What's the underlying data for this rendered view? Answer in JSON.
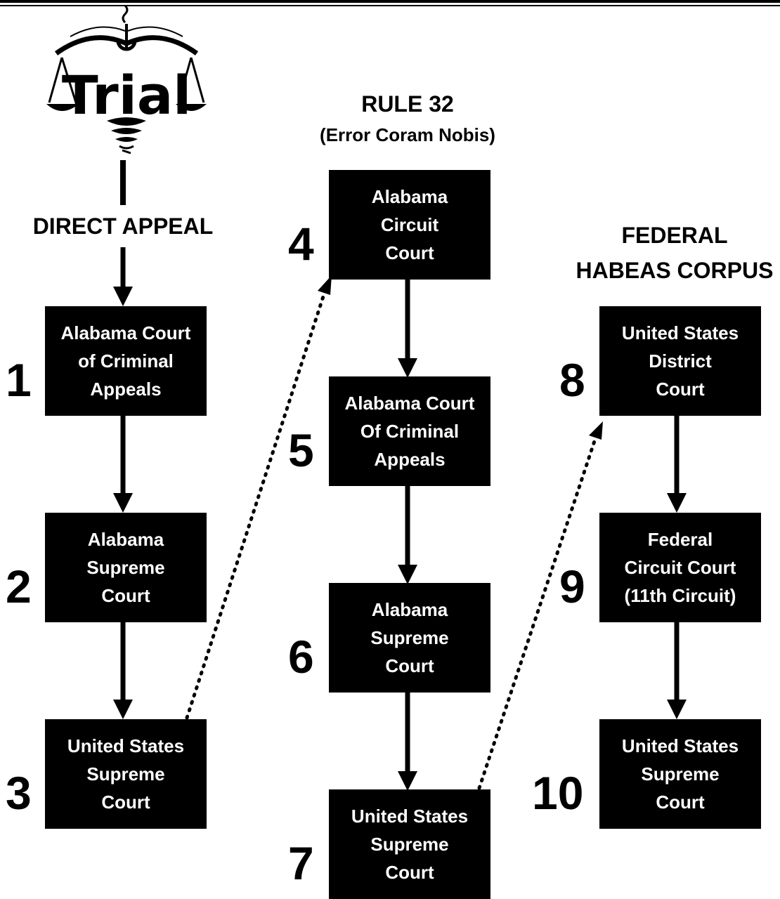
{
  "logo": {
    "text": "Trial"
  },
  "columns": [
    {
      "heading": "DIRECT APPEAL",
      "steps": [
        {
          "number": "1",
          "court": "Alabama Court\nof Criminal\nAppeals"
        },
        {
          "number": "2",
          "court": "Alabama\nSupreme\nCourt"
        },
        {
          "number": "3",
          "court": "United States\nSupreme\nCourt"
        }
      ]
    },
    {
      "heading": "RULE 32",
      "subheading": "(Error Coram Nobis)",
      "steps": [
        {
          "number": "4",
          "court": "Alabama\nCircuit\nCourt"
        },
        {
          "number": "5",
          "court": "Alabama Court\nOf Criminal\nAppeals"
        },
        {
          "number": "6",
          "court": "Alabama\nSupreme\nCourt"
        },
        {
          "number": "7",
          "court": "United States\nSupreme\nCourt"
        }
      ]
    },
    {
      "heading": "FEDERAL\nHABEAS CORPUS",
      "steps": [
        {
          "number": "8",
          "court": "United States\nDistrict\nCourt"
        },
        {
          "number": "9",
          "court": "Federal\nCircuit Court\n(11th Circuit)"
        },
        {
          "number": "10",
          "court": "United States\nSupreme\nCourt"
        }
      ]
    }
  ]
}
